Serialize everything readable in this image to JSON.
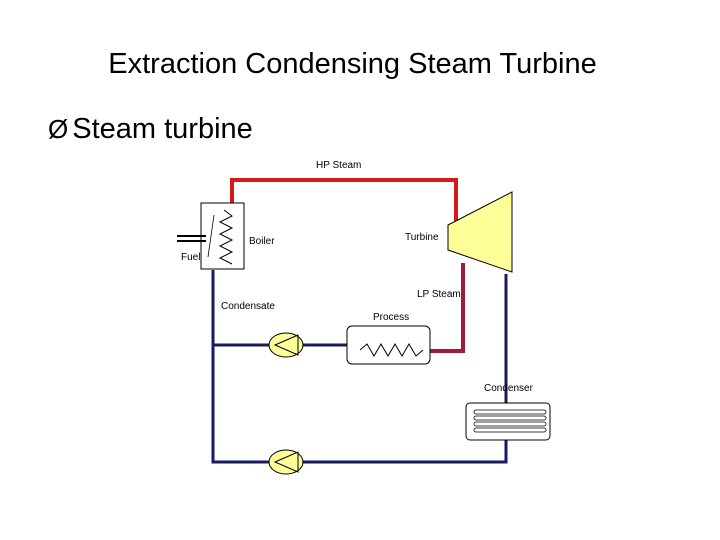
{
  "slide": {
    "title": "Extraction Condensing Steam Turbine",
    "bullet_marker": "Ø",
    "bullet_text": "Steam turbine"
  },
  "diagram": {
    "labels": {
      "hp_steam": "HP Steam",
      "turbine": "Turbine",
      "boiler": "Boiler",
      "fuel": "Fuel",
      "lp_steam": "LP Steam",
      "condensate": "Condensate",
      "process": "Process",
      "condenser": "Condenser"
    },
    "colors": {
      "hp_steam_line": "#d7191c",
      "lp_steam_line": "#a3193a",
      "water_line": "#1a1a5e",
      "turbine_fill": "#ffff99",
      "pump_fill": "#ffff99"
    }
  }
}
